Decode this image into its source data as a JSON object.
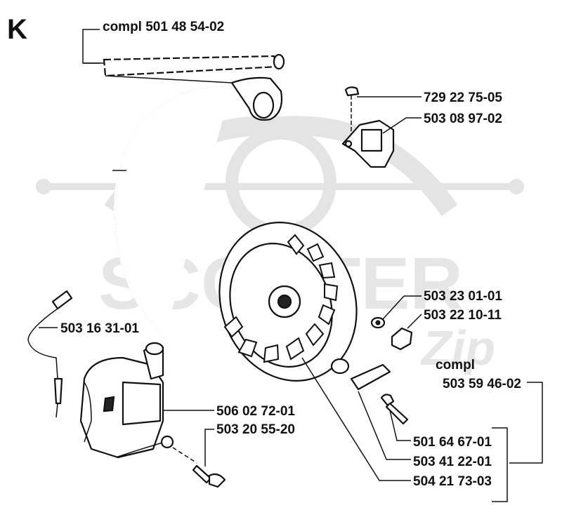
{
  "section_letter": "K",
  "watermark": "SCOOTER",
  "watermark_script": "Zip",
  "labels": {
    "hv_lead": "compl 501 48 54-02",
    "screw_top": "729 22 75-05",
    "switch": "503 08 97-02",
    "washer": "503 23 01-01",
    "nut": "503 22 10-11",
    "connector": "503 16 31-01",
    "flywheel_compl_1": "compl",
    "flywheel_compl_2": "503 59 46-02",
    "ignition_module": "506 02 72-01",
    "module_screw": "503 20 55-20",
    "bolt": "501 64 67-01",
    "key": "503 41 22-01",
    "flywheel": "504 21 73-03"
  }
}
